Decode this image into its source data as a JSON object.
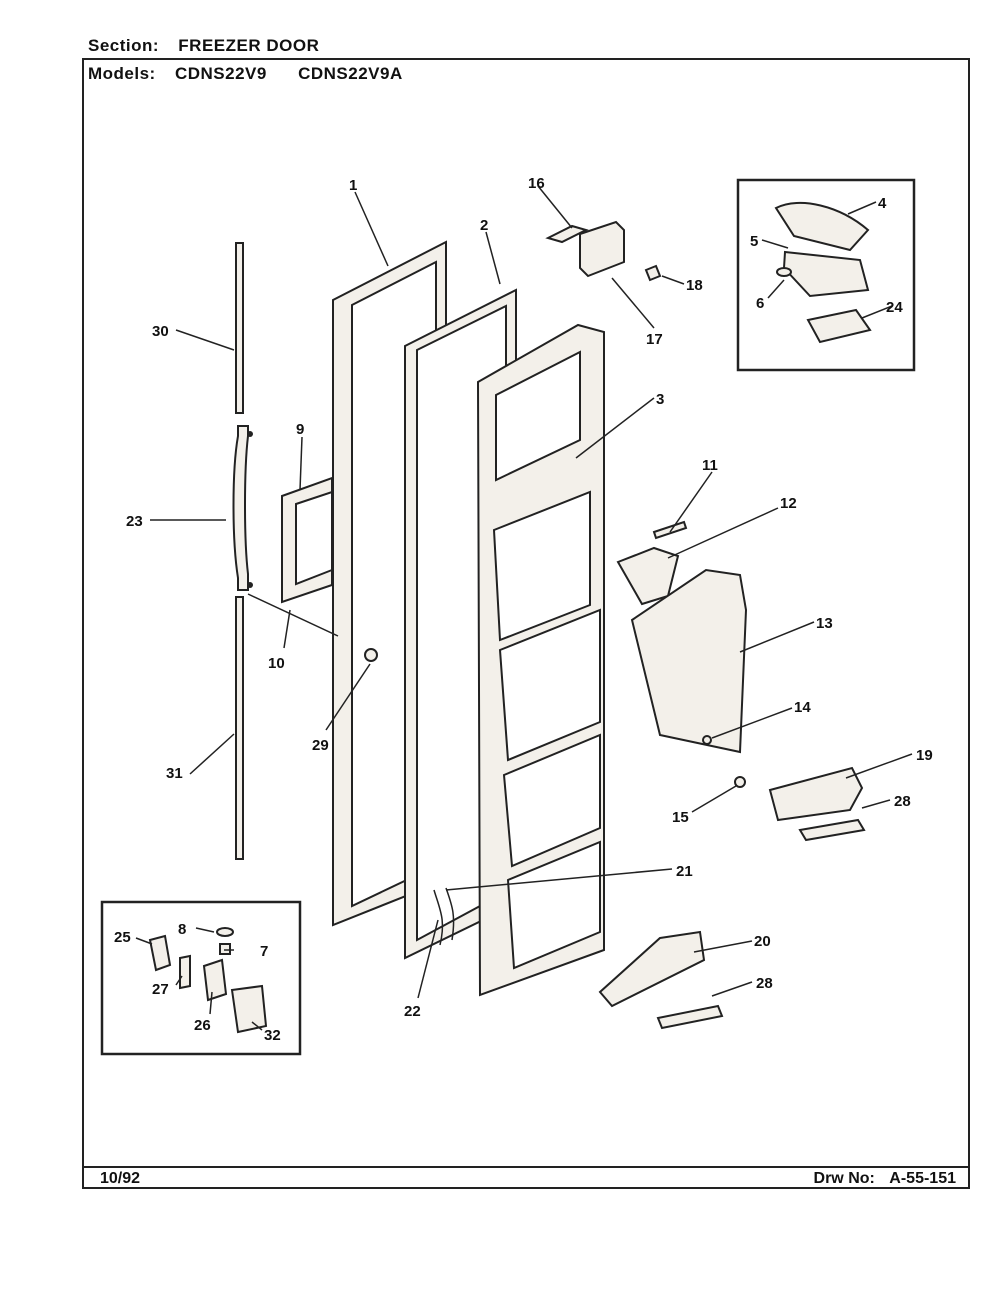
{
  "header": {
    "section_label": "Section:",
    "section_value": "FREEZER DOOR",
    "models_label": "Models:",
    "models": [
      "CDNS22V9",
      "CDNS22V9A"
    ]
  },
  "footer": {
    "date": "10/92",
    "drawing_label": "Drw No:",
    "drawing_number": "A-55-151"
  },
  "part_labels": [
    "1",
    "2",
    "3",
    "4",
    "5",
    "6",
    "7",
    "8",
    "9",
    "10",
    "11",
    "12",
    "13",
    "14",
    "15",
    "16",
    "17",
    "18",
    "19",
    "20",
    "21",
    "22",
    "23",
    "24",
    "25",
    "26",
    "27",
    "28",
    "28",
    "29",
    "30",
    "31",
    "32"
  ]
}
